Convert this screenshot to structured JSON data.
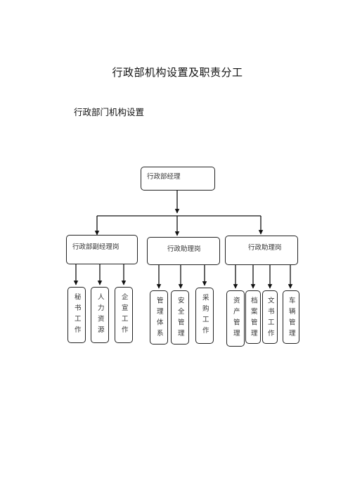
{
  "title": "行政部机构设置及职责分工",
  "subtitle": "行政部门机构设置",
  "org": {
    "root": "行政部经理",
    "managers": [
      {
        "label": "行政部副经理岗",
        "duties": [
          "秘书工作",
          "人力资源",
          "企宣工作"
        ]
      },
      {
        "label": "行政助理岗",
        "duties": [
          "管理体系",
          "安全管理",
          "采购工作"
        ]
      },
      {
        "label": "行政助理岗",
        "duties": [
          "资产管理",
          "档案管理",
          "文书工作",
          "车辆管理"
        ]
      }
    ]
  }
}
